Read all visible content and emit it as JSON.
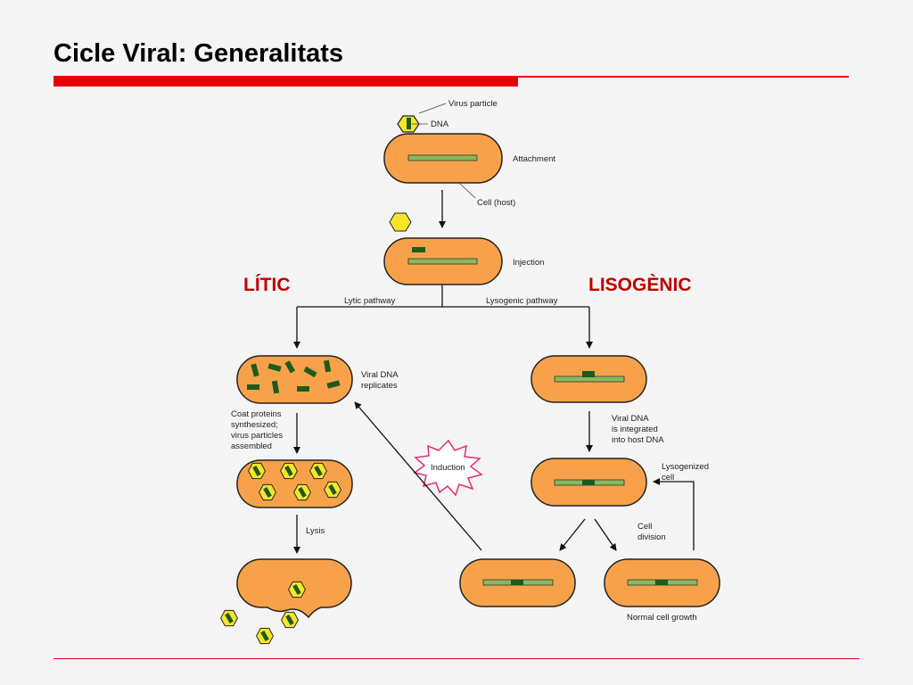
{
  "slide": {
    "title": "Cicle Viral: Generalitats",
    "litic_label": "LÍTIC",
    "lisogenic_label": "LISOGÈNIC"
  },
  "diagram": {
    "virus_particle": "Virus particle",
    "dna": "DNA",
    "attachment": "Attachment",
    "cell_host": "Cell (host)",
    "injection": "Injection",
    "lytic_pathway": "Lytic pathway",
    "lysogenic_pathway": "Lysogenic pathway",
    "viral_dna_replicates": [
      "Viral DNA",
      "replicates"
    ],
    "coat_proteins": [
      "Coat proteins",
      "synthesized;",
      "virus particles",
      "assembled"
    ],
    "lysis": "Lysis",
    "viral_dna_integrated": [
      "Viral DNA",
      "is integrated",
      "into host DNA"
    ],
    "induction": "Induction",
    "lysogenized_cell": [
      "Lysogenized",
      "cell"
    ],
    "cell_division": [
      "Cell",
      "division"
    ],
    "normal_cell_growth": "Normal cell growth"
  },
  "colors": {
    "accent_red": "#e8000a",
    "cell_fill": "#f7a24a",
    "dna_green": "#8ab85a",
    "viral_dna": "#1e5a1e",
    "virus_yellow": "#f5e62a",
    "induction_pink": "#e0306a"
  }
}
